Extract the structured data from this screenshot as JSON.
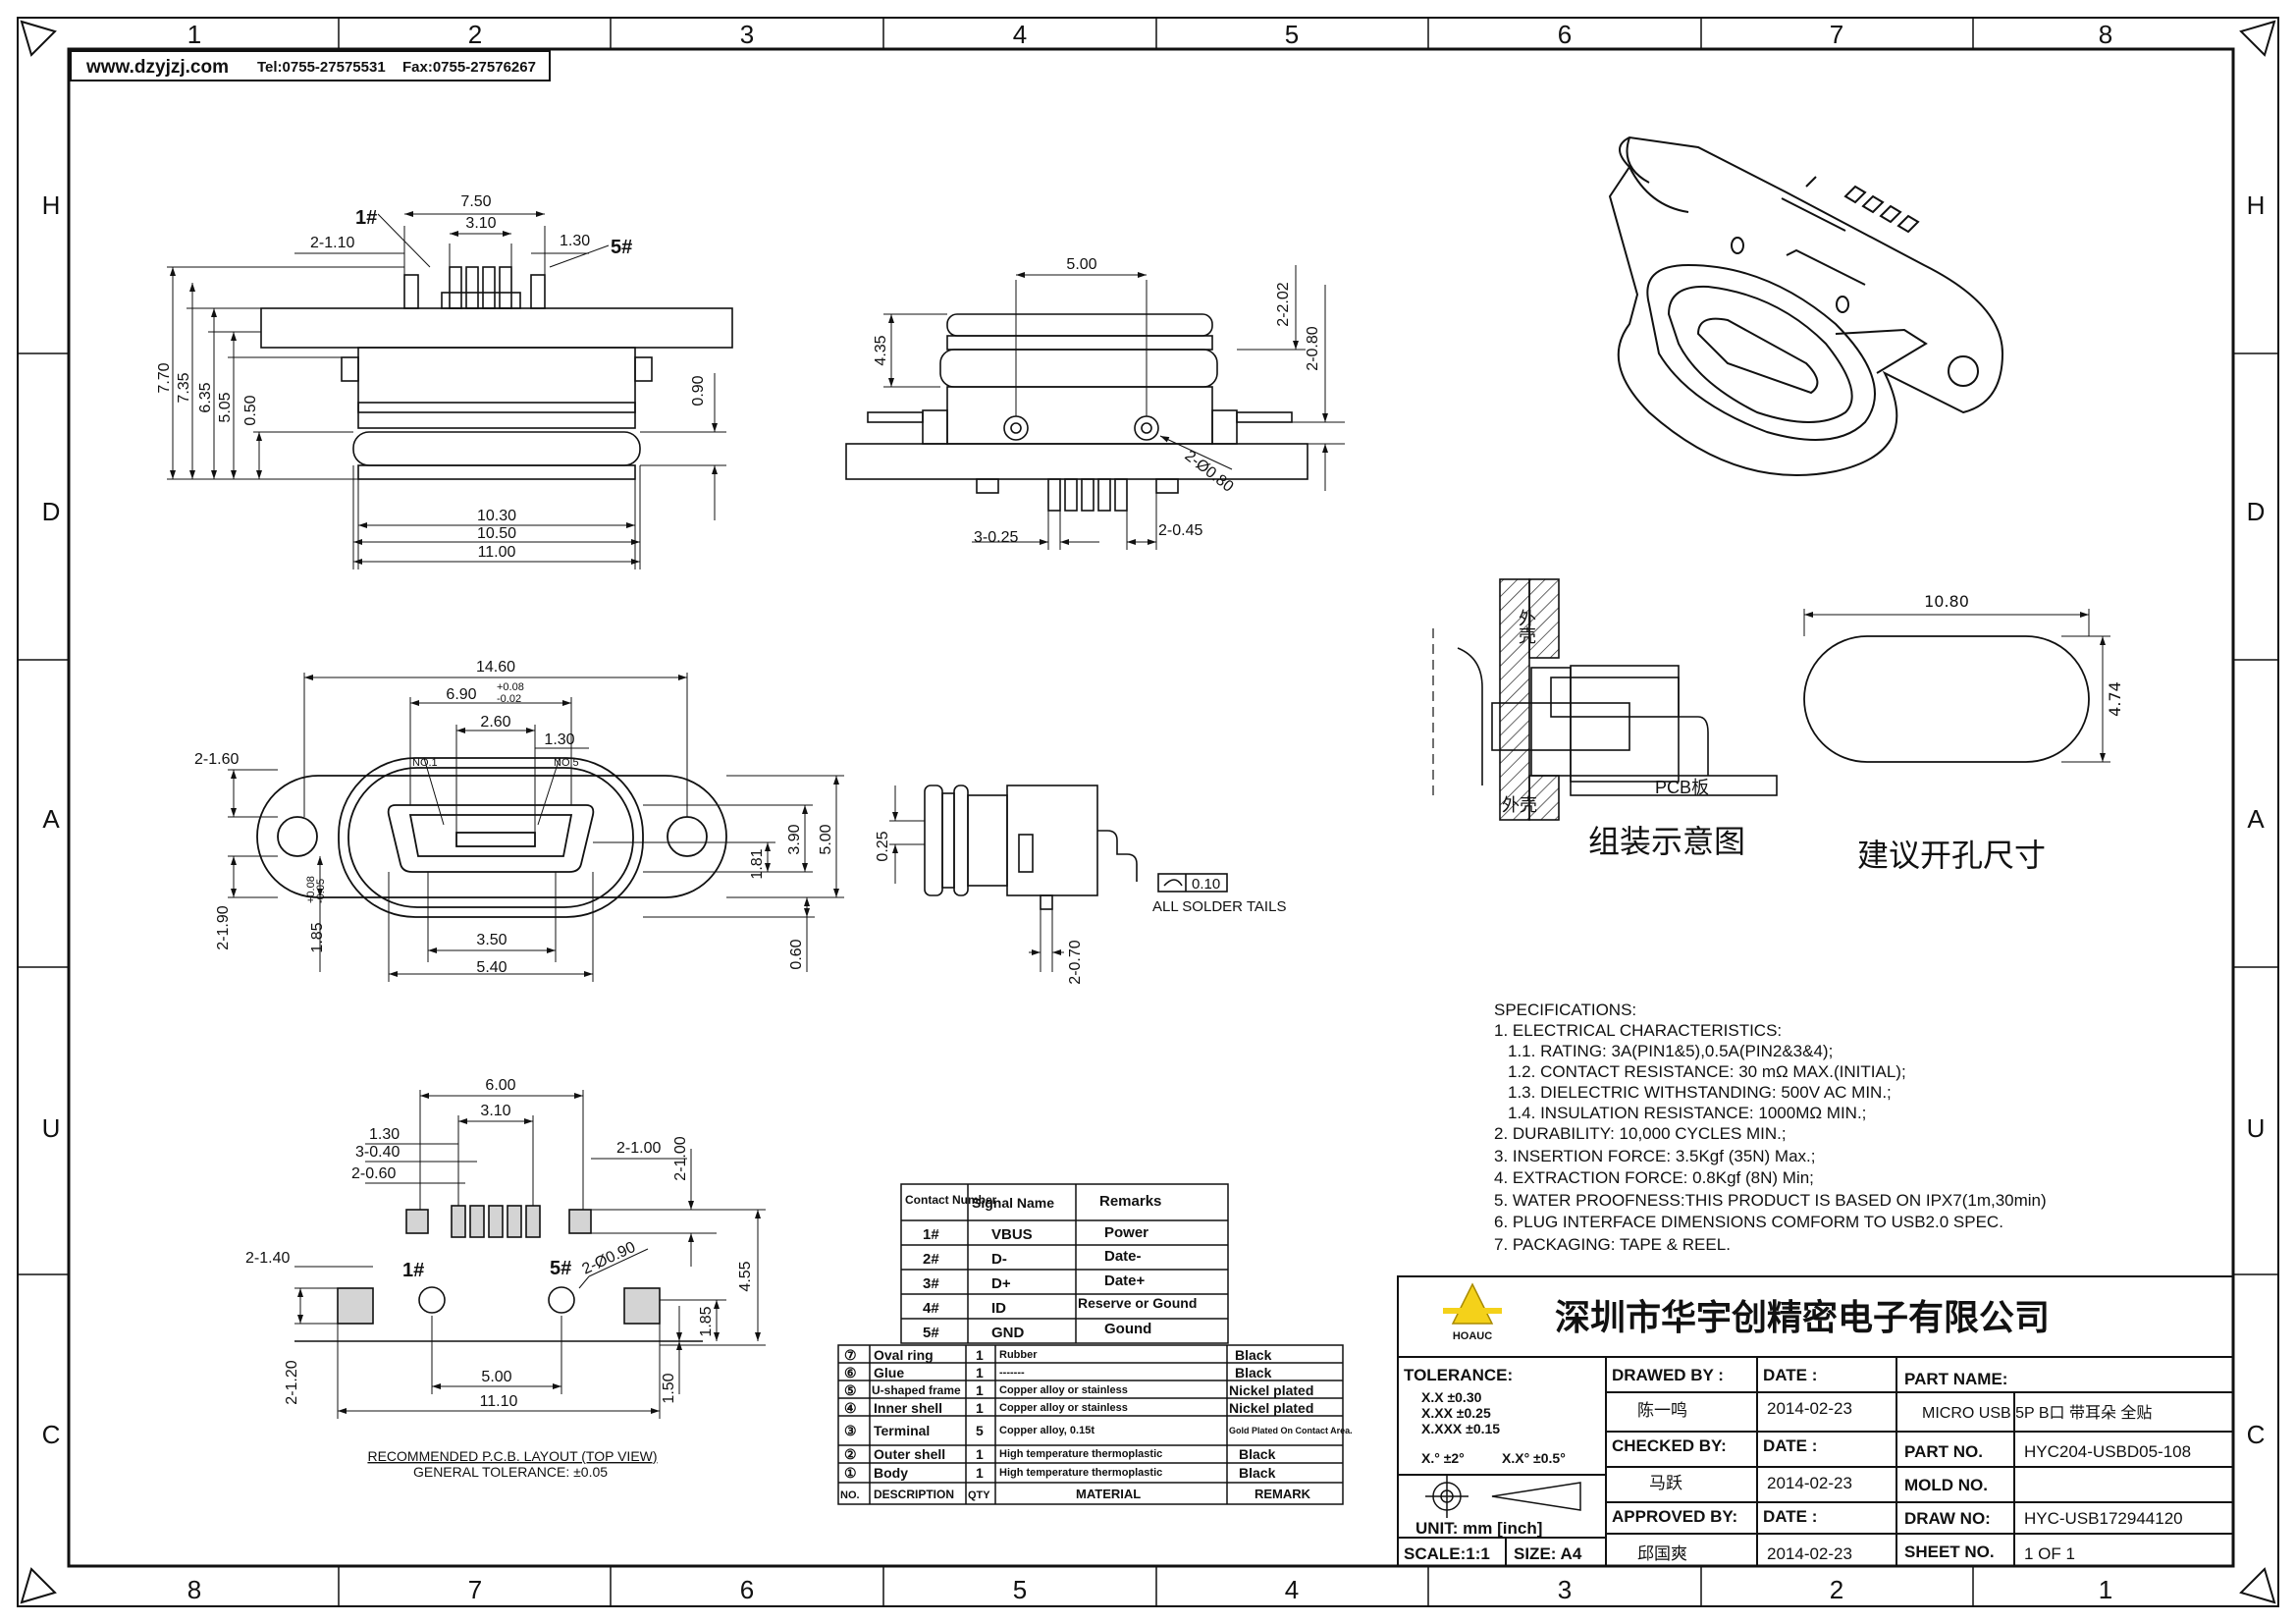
{
  "header": {
    "website": "www.dzyjzj.com",
    "tel": "Tel:0755-27575531",
    "fax": "Fax:0755-27576267"
  },
  "frame": {
    "cols_top": [
      "1",
      "2",
      "3",
      "4",
      "5",
      "6",
      "7",
      "8"
    ],
    "cols_bottom": [
      "8",
      "7",
      "6",
      "5",
      "4",
      "3",
      "2",
      "1"
    ],
    "rows_left": [
      "H",
      "D",
      "A",
      "U",
      "C"
    ],
    "rows_right": [
      "H",
      "D",
      "A",
      "U",
      "C"
    ]
  },
  "views": {
    "top_view": {
      "pin1_label": "1#",
      "pin5_label": "5#",
      "dims": {
        "w750": "7.50",
        "w310": "3.10",
        "w130": "1.30",
        "d2_110": "2-1.10",
        "h770": "7.70",
        "h735": "7.35",
        "h635": "6.35",
        "h505": "5.05",
        "h050": "0.50",
        "h090": "0.90",
        "b1030": "10.30",
        "b1050": "10.50",
        "b1100": "11.00"
      }
    },
    "side_view": {
      "dims": {
        "w500": "5.00",
        "h435": "4.35",
        "d2_202": "2-2.02",
        "d2_080": "2-0.80",
        "d2_phi080": "2-Ø0.80",
        "d3_025": "3-0.25",
        "d2_045": "2-0.45"
      }
    },
    "front_view": {
      "no1": "NO.1",
      "no5": "NO.5",
      "dims": {
        "w1460": "14.60",
        "w690": "6.90",
        "tol_plus": "+0.08",
        "tol_minus": "-0.02",
        "w260": "2.60",
        "w130": "1.30",
        "d2_160": "2-1.60",
        "h390": "3.90",
        "h500": "5.00",
        "h181": "1.81",
        "h060": "0.60",
        "w350": "3.50",
        "w540": "5.40",
        "d2_190": "2-1.90",
        "h185": "1.85",
        "tol2_plus": "+0.08",
        "tol2_minus": "-0.05"
      }
    },
    "small_side": {
      "dims": {
        "h025": "0.25",
        "d2_070": "2-0.70",
        "flatness": "0.10",
        "note": "ALL SOLDER TAILS"
      }
    },
    "pcb_layout": {
      "pin1_label": "1#",
      "pin5_label": "5#",
      "caption": "RECOMMENDED P.C.B. LAYOUT (TOP VIEW)",
      "tolerance": "GENERAL TOLERANCE: ±0.05",
      "dims": {
        "w600": "6.00",
        "w310": "3.10",
        "w130": "1.30",
        "d3_040": "3-0.40",
        "d2_060": "2-0.60",
        "d2_100_a": "2-1.00",
        "d2_100_b": "2-1.00",
        "d2_140": "2-1.40",
        "d2_phi090": "2-Ø0.90",
        "h455": "4.55",
        "h185": "1.85",
        "w500": "5.00",
        "w1110": "11.10",
        "d2_120": "2-1.20",
        "h150": "1.50"
      }
    },
    "assembly": {
      "caption": "组装示意图",
      "outer_shell_top": "外壳",
      "outer_shell_bottom": "外壳",
      "pcb_label": "PCB板"
    },
    "cutout": {
      "caption": "建议开孔尺寸",
      "w1080": "10.80",
      "h474": "4.74"
    }
  },
  "specifications": {
    "title": "SPECIFICATIONS:",
    "lines": [
      "1. ELECTRICAL CHARACTERISTICS:",
      "  1.1. RATING: 3A(PIN1&5),0.5A(PIN2&3&4);",
      "  1.2. CONTACT RESISTANCE: 30 mΩ MAX.(INITIAL);",
      "  1.3. DIELECTRIC WITHSTANDING: 500V AC MIN.;",
      "  1.4. INSULATION RESISTANCE: 1000MΩ MIN.;",
      "2. DURABILITY: 10,000 CYCLES MIN.;",
      "3. INSERTION FORCE: 3.5Kgf (35N) Max.;",
      "4. EXTRACTION FORCE: 0.8Kgf (8N) Min;",
      "5. WATER PROOFNESS:THIS PRODUCT IS BASED ON IPX7(1m,30min)",
      "6. PLUG INTERFACE DIMENSIONS COMFORM TO USB2.0 SPEC.",
      "7. PACKAGING: TAPE & REEL."
    ]
  },
  "pin_table": {
    "headers": [
      "Contact Number",
      "Signal Name",
      "Remarks"
    ],
    "rows": [
      [
        "1#",
        "VBUS",
        "Power"
      ],
      [
        "2#",
        "D-",
        "Date-"
      ],
      [
        "3#",
        "D+",
        "Date+"
      ],
      [
        "4#",
        "ID",
        "Reserve or Gound"
      ],
      [
        "5#",
        "GND",
        "Gound"
      ]
    ]
  },
  "bom_table": {
    "headers": [
      "NO.",
      "DESCRIPTION",
      "QTY",
      "MATERIAL",
      "REMARK"
    ],
    "rows": [
      [
        "⑦",
        "Oval ring",
        "1",
        "Rubber",
        "Black"
      ],
      [
        "⑥",
        "Glue",
        "1",
        "-------",
        "Black"
      ],
      [
        "⑤",
        "U-shaped frame",
        "1",
        "Copper alloy or stainless",
        "Nickel plated"
      ],
      [
        "④",
        "Inner shell",
        "1",
        "Copper alloy or stainless",
        "Nickel plated"
      ],
      [
        "③",
        "Terminal",
        "5",
        "Copper alloy, 0.15t",
        "Gold Plated On Contact Area."
      ],
      [
        "②",
        "Outer shell",
        "1",
        "High temperature thermoplastic",
        "Black"
      ],
      [
        "①",
        "Body",
        "1",
        "High temperature thermoplastic",
        "Black"
      ]
    ]
  },
  "title_block": {
    "logo_text": "HOAUC",
    "company": "深圳市华宇创精密电子有限公司",
    "tolerance_label": "TOLERANCE:",
    "tol_x": "X.X ±0.30",
    "tol_xx": "X.XX ±0.25",
    "tol_xxx": "X.XXX ±0.15",
    "tol_ang1": "X.° ±2°",
    "tol_ang2": "X.X° ±0.5°",
    "unit": "UNIT: mm [inch]",
    "scale": "SCALE:1:1",
    "size": "SIZE: A4",
    "drawn_by_label": "DRAWED BY :",
    "drawn_by": "陈一鸣",
    "checked_by_label": "CHECKED BY:",
    "checked_by": "马跃",
    "approved_by_label": "APPROVED BY:",
    "approved_by": "邱国爽",
    "date_label": "DATE :",
    "date1": "2014-02-23",
    "date2": "2014-02-23",
    "date3": "2014-02-23",
    "part_name_label": "PART NAME:",
    "part_name": "MICRO USB 5P B口 带耳朵 全贴",
    "part_no_label": "PART NO.",
    "part_no": "HYC204-USBD05-108",
    "mold_no_label": "MOLD NO.",
    "mold_no": "",
    "draw_no_label": "DRAW NO:",
    "draw_no": "HYC-USB172944120",
    "sheet_no_label": "SHEET NO.",
    "sheet_no": "1 OF 1"
  }
}
